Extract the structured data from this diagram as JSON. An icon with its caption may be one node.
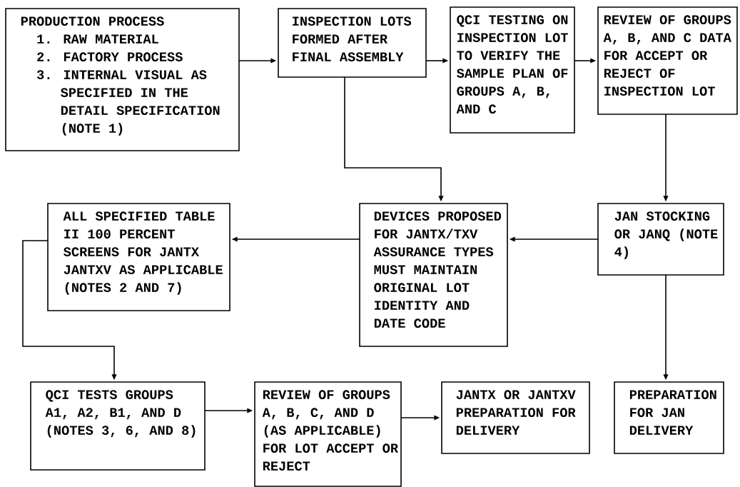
{
  "diagram": {
    "nodes": [
      {
        "text": [
          "PRODUCTION PROCESS",
          "1. RAW MATERIAL",
          "2. FACTORY PROCESS",
          "3. INTERNAL VISUAL AS SPECIFIED IN THE DETAIL SPECIFICATION (NOTE 1)"
        ]
      },
      {
        "text": [
          "INSPECTION LOTS FORMED AFTER FINAL ASSEMBLY"
        ]
      },
      {
        "text": [
          "QCI TESTING ON INSPECTION LOT TO VERIFY THE SAMPLE PLAN OF GROUPS A, B, AND C"
        ]
      },
      {
        "text": [
          "REVIEW OF GROUPS A, B, AND C DATA FOR ACCEPT OR REJECT OF INSPECTION LOT"
        ]
      },
      {
        "text": [
          "ALL SPECIFIED TABLE II 100 PERCENT SCREENS FOR JANTX JANTXV AS APPLICABLE (NOTES 2 AND 7)"
        ]
      },
      {
        "text": [
          "DEVICES PROPOSED FOR JANTX/TXV ASSURANCE TYPES MUST MAINTAIN ORIGINAL LOT IDENTITY AND DATE CODE"
        ]
      },
      {
        "text": [
          "JAN STOCKING OR JANQ (NOTE 4)"
        ]
      },
      {
        "text": [
          "QCI TESTS GROUPS A1, A2, B1, AND D (NOTES 3, 6, AND 8)"
        ]
      },
      {
        "text": [
          "REVIEW OF GROUPS A, B, C, AND D (AS APPLICABLE) FOR LOT ACCEPT OR REJECT"
        ]
      },
      {
        "text": [
          "JANTX OR JANTXV PREPARATION FOR DELIVERY"
        ]
      },
      {
        "text": [
          "PREPARATION FOR JAN DELIVERY"
        ]
      }
    ],
    "edges": [
      {
        "from": 0,
        "to": 1,
        "arrow": "to"
      },
      {
        "from": 1,
        "to": 2,
        "arrow": "to"
      },
      {
        "from": 2,
        "to": 3,
        "arrow": "to"
      },
      {
        "from": 1,
        "to": 5,
        "arrow": "to"
      },
      {
        "from": 3,
        "to": 6,
        "arrow": "to"
      },
      {
        "from": 6,
        "to": 5,
        "arrow": "to"
      },
      {
        "from": 5,
        "to": 4,
        "arrow": "to"
      },
      {
        "from": 4,
        "to": 7,
        "arrow": "to"
      },
      {
        "from": 6,
        "to": 10,
        "arrow": "to"
      },
      {
        "from": 7,
        "to": 8,
        "arrow": "to"
      },
      {
        "from": 8,
        "to": 9,
        "arrow": "to"
      }
    ]
  }
}
